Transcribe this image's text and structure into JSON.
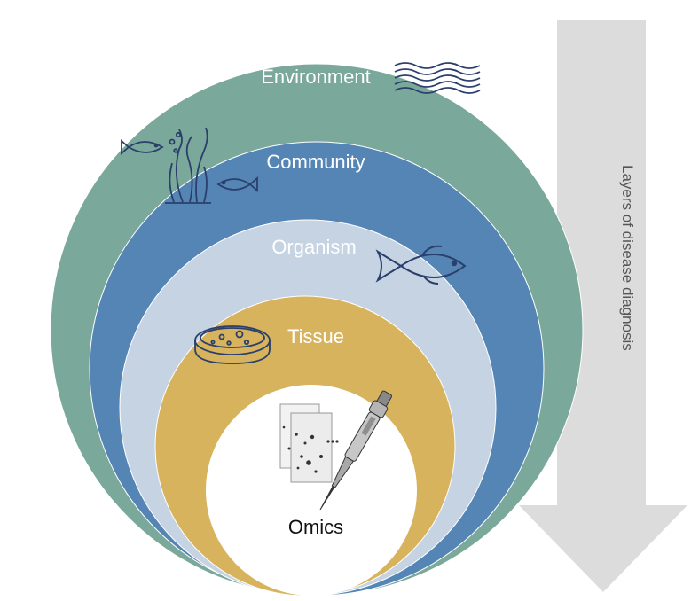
{
  "colors": {
    "environment": "#7aa89a",
    "community": "#5585b5",
    "organism": "#c5d3e3",
    "tissue": "#d7b35d",
    "omics": "#ffffff",
    "arrow": "#dcdcdc",
    "arrow_text": "#555555",
    "icon_stroke": "#2a3f6b",
    "label_light": "#ffffff",
    "label_dark": "#111111"
  },
  "layers": [
    {
      "key": "environment",
      "label": "Environment",
      "icon": "waves-icon"
    },
    {
      "key": "community",
      "label": "Community",
      "icon": "fish-seaweed-icon"
    },
    {
      "key": "organism",
      "label": "Organism",
      "icon": "fish-icon"
    },
    {
      "key": "tissue",
      "label": "Tissue",
      "icon": "petri-dish-icon"
    },
    {
      "key": "omics",
      "label": "Omics",
      "icon": "pipette-gel-icon"
    }
  ],
  "arrow": {
    "label": "Layers of disease diagnosis",
    "icon": "down-arrow-icon"
  }
}
